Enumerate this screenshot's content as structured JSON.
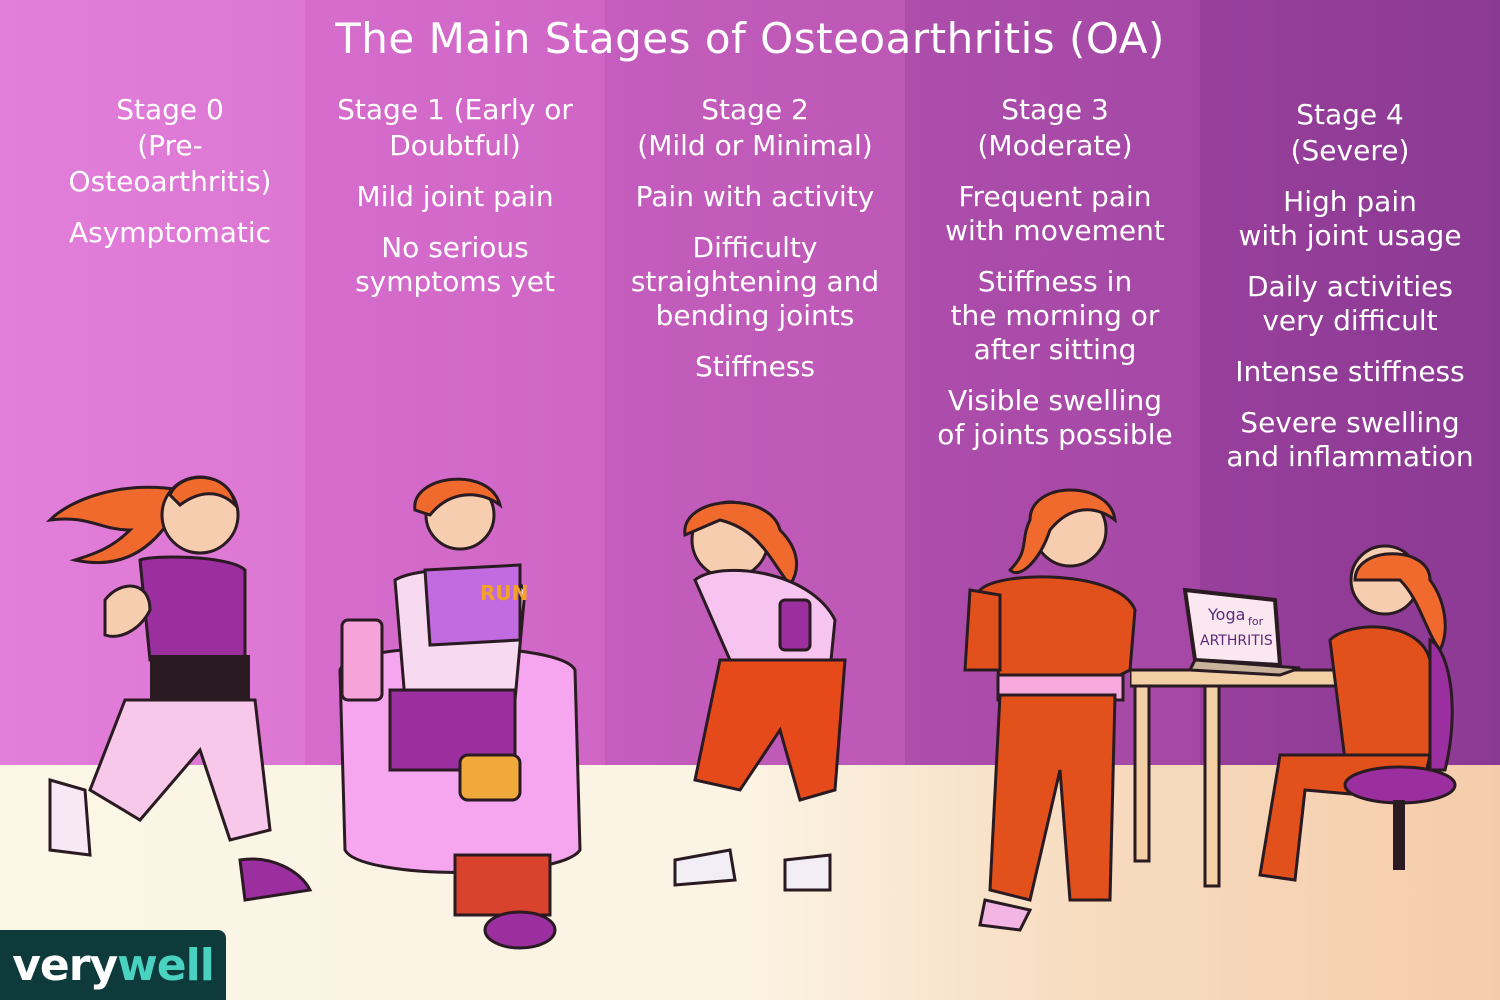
{
  "title": "The Main Stages of Osteoarthritis (OA)",
  "colors": {
    "stage0": "#e07bd7",
    "stage1": "#d46acb",
    "stage2": "#c15bbb",
    "stage3": "#a94aa9",
    "stage4": "#923d98",
    "floor": "#fbf6e6",
    "logo_bg": "#0e3a3b",
    "logo_accent": "#49d2c0"
  },
  "stages": [
    {
      "name_lines": [
        "Stage 0",
        "(Pre-",
        "Osteoarthritis)"
      ],
      "symptoms": [
        "Asymptomatic"
      ]
    },
    {
      "name_lines": [
        "Stage 1 (Early or",
        "Doubtful)"
      ],
      "symptoms": [
        "Mild joint pain",
        "No serious\nsymptoms yet"
      ]
    },
    {
      "name_lines": [
        "Stage 2",
        "(Mild or Minimal)"
      ],
      "symptoms": [
        "Pain with activity",
        "Difficulty\nstraightening and\nbending joints",
        "Stiffness"
      ]
    },
    {
      "name_lines": [
        "Stage 3",
        "(Moderate)"
      ],
      "symptoms": [
        "Frequent pain\nwith movement",
        "Stiffness in\nthe morning or\nafter sitting",
        "Visible swelling\nof joints possible"
      ]
    },
    {
      "name_lines": [
        "Stage 4",
        "(Severe)"
      ],
      "symptoms": [
        "High pain\nwith joint usage",
        "Daily activities\nvery difficult",
        "Intense stiffness",
        "Severe swelling\nand inflammation"
      ]
    }
  ],
  "illustrations": {
    "magazine_text": "RUN",
    "laptop_line1": "Yoga",
    "laptop_line2": "for",
    "laptop_line3": "ARTHRITIS"
  },
  "logo": {
    "part1": "very",
    "part2": "well"
  }
}
